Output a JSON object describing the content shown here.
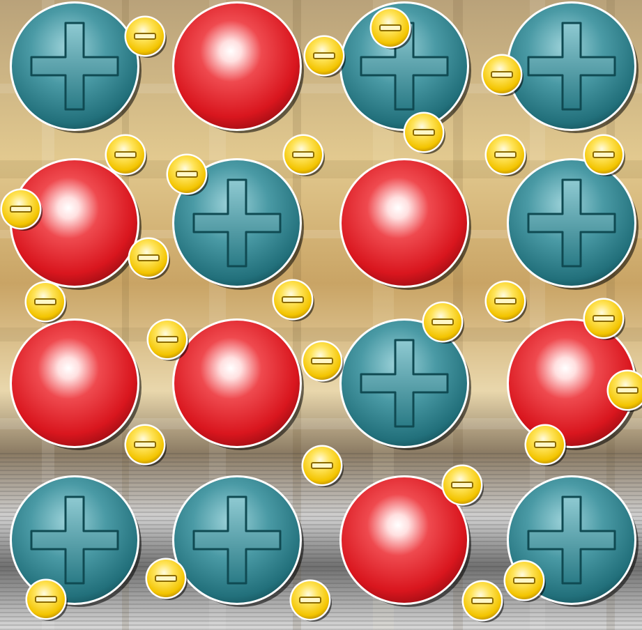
{
  "scene": {
    "subject": "lattice of ions",
    "background_colors": {
      "gold": "#caa56b",
      "light": "#e6d2a3",
      "dark": "#6e5a3e",
      "steel_light": "#d8d8d8",
      "steel_dark": "#5a5a5a"
    },
    "ion_colors": {
      "positive": "#3b8b96",
      "positive_dark": "#14505a",
      "neutral": "#e3232c",
      "neutral_dark": "#9a0c12",
      "electron": "#f6d21e",
      "electron_dark": "#c89a00"
    },
    "sphere_grid": [
      [
        "positive",
        "neutral",
        "positive",
        "positive"
      ],
      [
        "neutral",
        "positive",
        "neutral",
        "positive"
      ],
      [
        "neutral",
        "neutral",
        "positive",
        "neutral"
      ],
      [
        "positive",
        "positive",
        "neutral",
        "positive"
      ]
    ],
    "electron_count": 29,
    "icons": {
      "positive": "plus-sign-icon",
      "electron": "minus-sign-icon"
    }
  }
}
